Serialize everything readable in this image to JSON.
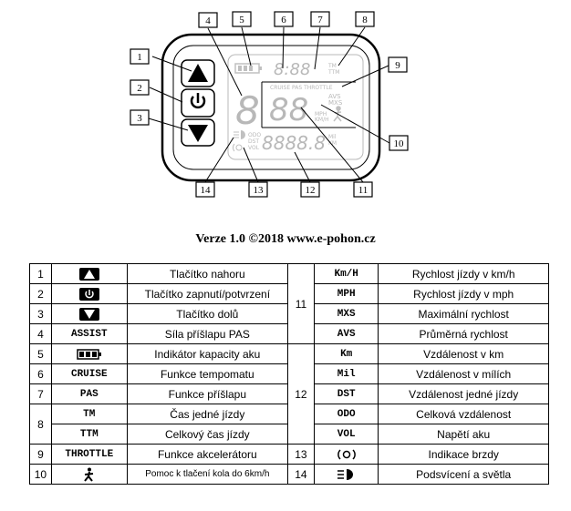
{
  "version_line": "Verze 1.0 ©2018 www.e-pohon.cz",
  "display": {
    "segments_time": "8:88",
    "time_units": "TM\nTTM",
    "cruise_pas_throttle": "CRUISE PAS THROTTLE",
    "assist_digit": "8",
    "speed_digits": "88",
    "speed_modes": [
      "AVS",
      "MXS",
      "MPH",
      "KM/H"
    ],
    "odo_labels": [
      "ODO",
      "DST",
      "VOL"
    ],
    "distance_digits": "8888.8",
    "distance_units": [
      "Mil",
      "KM"
    ]
  },
  "callouts": [
    "1",
    "2",
    "3",
    "4",
    "5",
    "6",
    "7",
    "8",
    "9",
    "10",
    "11",
    "12",
    "13",
    "14"
  ],
  "icons": {
    "up": "up-triangle-icon",
    "power": "power-icon",
    "down": "down-triangle-icon",
    "battery": "battery-icon",
    "walk": "walk-assist-icon",
    "brake": "brake-icon",
    "light": "headlight-icon"
  },
  "legend_left": [
    {
      "num": "1",
      "code": "",
      "desc": "Tlačítko nahoru"
    },
    {
      "num": "2",
      "code": "",
      "desc": "Tlačítko zapnutí/potvrzení"
    },
    {
      "num": "3",
      "code": "",
      "desc": "Tlačítko dolů"
    },
    {
      "num": "4",
      "code": "ASSIST",
      "desc": "Síla příšlapu PAS"
    },
    {
      "num": "5",
      "code": "",
      "desc": "Indikátor kapacity aku"
    },
    {
      "num": "6",
      "code": "CRUISE",
      "desc": "Funkce tempomatu"
    },
    {
      "num": "7",
      "code": "PAS",
      "desc": "Funkce příšlapu"
    },
    {
      "num": "8",
      "code": "TM",
      "desc": "Čas jedné jízdy"
    },
    {
      "num": "",
      "code": "TTM",
      "desc": "Celkový čas jízdy"
    },
    {
      "num": "9",
      "code": "THROTTLE",
      "desc": "Funkce akcelerátoru"
    },
    {
      "num": "10",
      "code": "",
      "desc": "Pomoc k tlačení kola do 6km/h"
    }
  ],
  "legend_right": [
    {
      "code": "Km/H",
      "desc": "Rychlost jízdy v km/h"
    },
    {
      "code": "MPH",
      "desc": "Rychlost jízdy v mph"
    },
    {
      "code": "MXS",
      "desc": "Maximální rychlost"
    },
    {
      "code": "AVS",
      "desc": "Průměrná rychlost"
    },
    {
      "code": "Km",
      "desc": "Vzdálenost v km"
    },
    {
      "code": "Mil",
      "desc": "Vzdálenost v mílích"
    },
    {
      "code": "DST",
      "desc": "Vzdálenost jedné jízdy"
    },
    {
      "code": "ODO",
      "desc": "Celková vzdálenost"
    },
    {
      "code": "VOL",
      "desc": "Napětí aku"
    },
    {
      "code": "",
      "desc": "Indikace brzdy"
    },
    {
      "code": "",
      "desc": "Podsvícení a světla"
    }
  ],
  "group_numbers": {
    "g11": "11",
    "g12": "12",
    "g13": "13",
    "g14": "14"
  }
}
